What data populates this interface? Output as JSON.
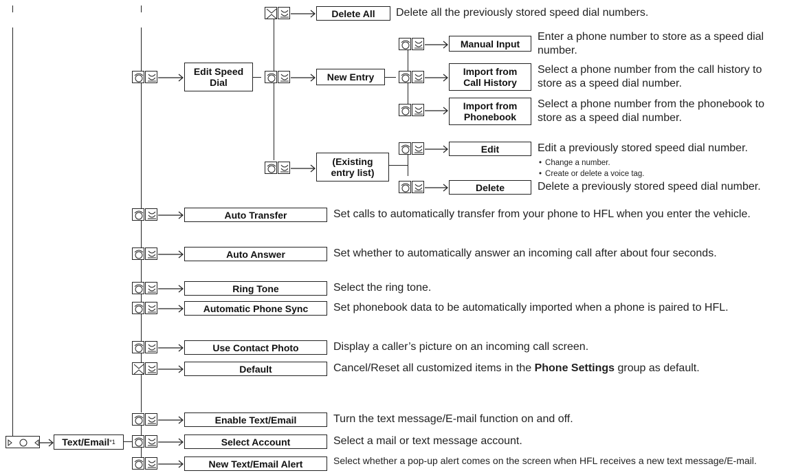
{
  "boxes": {
    "delete_all": "Delete All",
    "manual_input": "Manual Input",
    "edit_speed_dial": "Edit Speed\nDial",
    "new_entry": "New Entry",
    "import_call_history": "Import from\nCall History",
    "import_phonebook": "Import from\nPhonebook",
    "existing_entry_list": "(Existing\nentry list)",
    "edit": "Edit",
    "delete": "Delete",
    "auto_transfer": "Auto Transfer",
    "auto_answer": "Auto Answer",
    "ring_tone": "Ring Tone",
    "automatic_phone_sync": "Automatic Phone Sync",
    "use_contact_photo": "Use Contact Photo",
    "default": "Default",
    "enable_text_email": "Enable Text/Email",
    "text_email": "Text/Email",
    "text_email_footnote": "*1",
    "select_account": "Select Account",
    "new_text_email_alert": "New Text/Email Alert"
  },
  "descriptions": {
    "delete_all": "Delete all the previously stored speed dial numbers.",
    "manual_input": "Enter a phone number to store as a speed dial number.",
    "import_call_history": "Select a phone number from the call history to store as a speed dial number.",
    "import_phonebook": "Select a phone number from the phonebook to store as a speed dial number.",
    "edit": "Edit a previously stored speed dial number.",
    "edit_bullet_1": "Change a number.",
    "edit_bullet_2": "Create or delete a voice tag.",
    "delete": "Delete a previously stored speed dial number.",
    "auto_transfer": "Set calls to automatically transfer from your phone to HFL when you enter the vehicle.",
    "auto_answer": "Set whether to automatically answer an incoming call after about four seconds.",
    "ring_tone": "Select the ring tone.",
    "automatic_phone_sync": "Set phonebook data to be automatically imported when a phone is paired to HFL.",
    "use_contact_photo": "Display a caller’s picture on an incoming call screen.",
    "default_pre": "Cancel/Reset all customized items in the ",
    "default_bold": "Phone Settings",
    "default_post": " group as default.",
    "enable_text_email": "Turn the text message/E-mail function on and off.",
    "select_account": "Select a mail or text message account.",
    "new_text_email_alert": "Select whether a pop-up alert comes on the screen when HFL receives a new text message/E-mail."
  },
  "icons": {
    "dial": "interface-dial-icon",
    "voice": "voice-command-icon",
    "rotate": "rotate-selector-icon",
    "move": "move-selector-icon"
  }
}
